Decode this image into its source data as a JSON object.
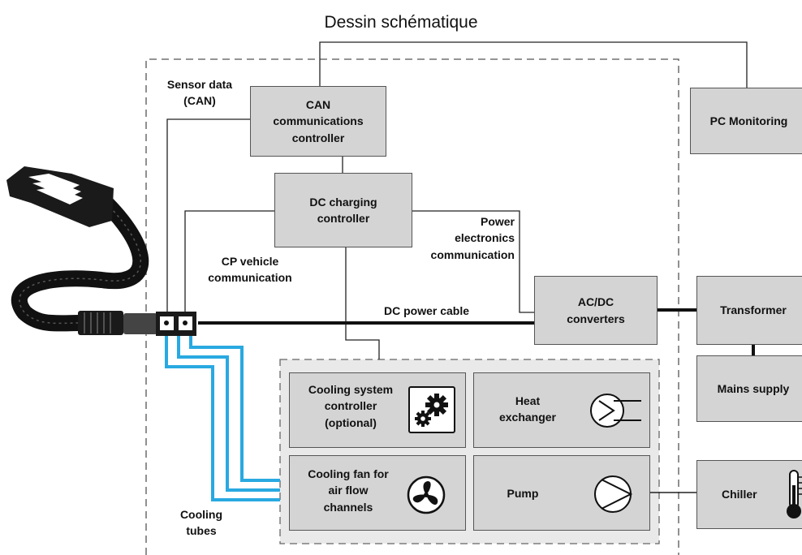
{
  "title": "Dessin schématique",
  "boxes": {
    "can_controller": "CAN\ncommunications\ncontroller",
    "dc_charging_controller": "DC charging\ncontroller",
    "pc_monitoring": "PC Monitoring",
    "acdc_converters": "AC/DC\nconverters",
    "transformer": "Transformer",
    "mains_supply": "Mains supply",
    "cooling_system_controller": "Cooling system\ncontroller\n(optional)",
    "heat_exchanger": "Heat\nexchanger",
    "cooling_fan": "Cooling fan for\nair flow\nchannels",
    "pump": "Pump",
    "chiller": "Chiller"
  },
  "labels": {
    "sensor_data": "Sensor data\n(CAN)",
    "cp_vehicle": "CP vehicle\ncommunication",
    "power_electronics": "Power\nelectronics\ncommunication",
    "dc_power_cable": "DC power cable",
    "cooling_tubes": "Cooling\ntubes"
  },
  "icons": [
    "gears-icon",
    "heat-exchanger-icon",
    "fan-icon",
    "pump-icon",
    "thermometer-icon",
    "ev-charging-connector-icon"
  ],
  "colors": {
    "box_fill": "#d4d4d4",
    "cooling_tube": "#29a9e1",
    "line": "#222222"
  }
}
